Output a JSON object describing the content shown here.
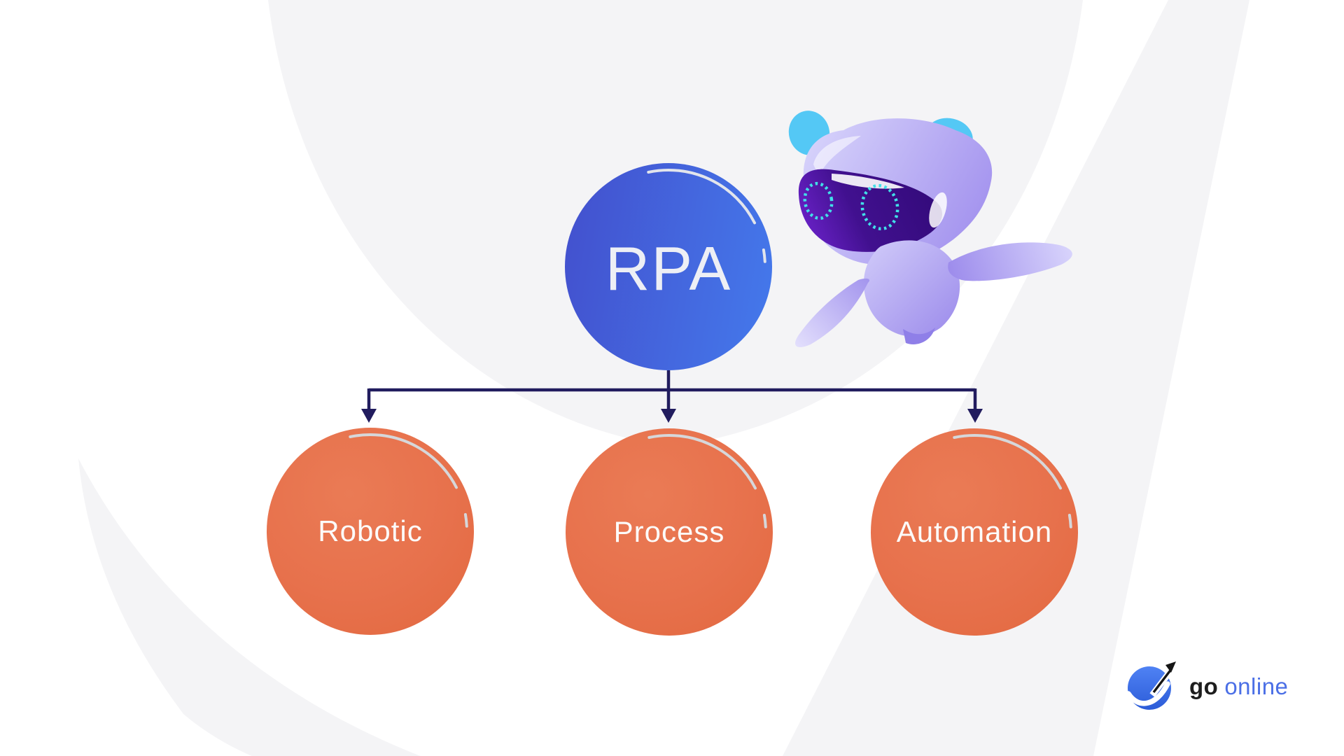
{
  "diagram": {
    "root": {
      "label": "RPA"
    },
    "children": [
      {
        "label": "Robotic"
      },
      {
        "label": "Process"
      },
      {
        "label": "Automation"
      }
    ]
  },
  "logo": {
    "go": "go",
    "online": "online"
  },
  "icons": {
    "mascot": "robot-mascot",
    "logo_mark": "go-online-swoosh-arrow",
    "connector_arrows": "down-arrowhead"
  },
  "colors": {
    "root_gradient_start": "#4352cf",
    "root_gradient_end": "#4477ea",
    "child_fill": "#e7714c",
    "connector_navy": "#211c5e",
    "background": "#ffffff",
    "background_shapes": "#f4f4f6",
    "highlight_arc": "#d6d7da",
    "label_text": "#ffffff",
    "logo_go_text": "#1d1d1d",
    "logo_online_text": "#4b6fe6",
    "logo_ball_blue": "#3a6ce9",
    "mascot_ear_cyan": "#54c8f5",
    "mascot_body_lavender": "#b5aaf2",
    "mascot_visor_purple": "#3a0b8e",
    "mascot_eye_cyan": "#41dfe8"
  }
}
